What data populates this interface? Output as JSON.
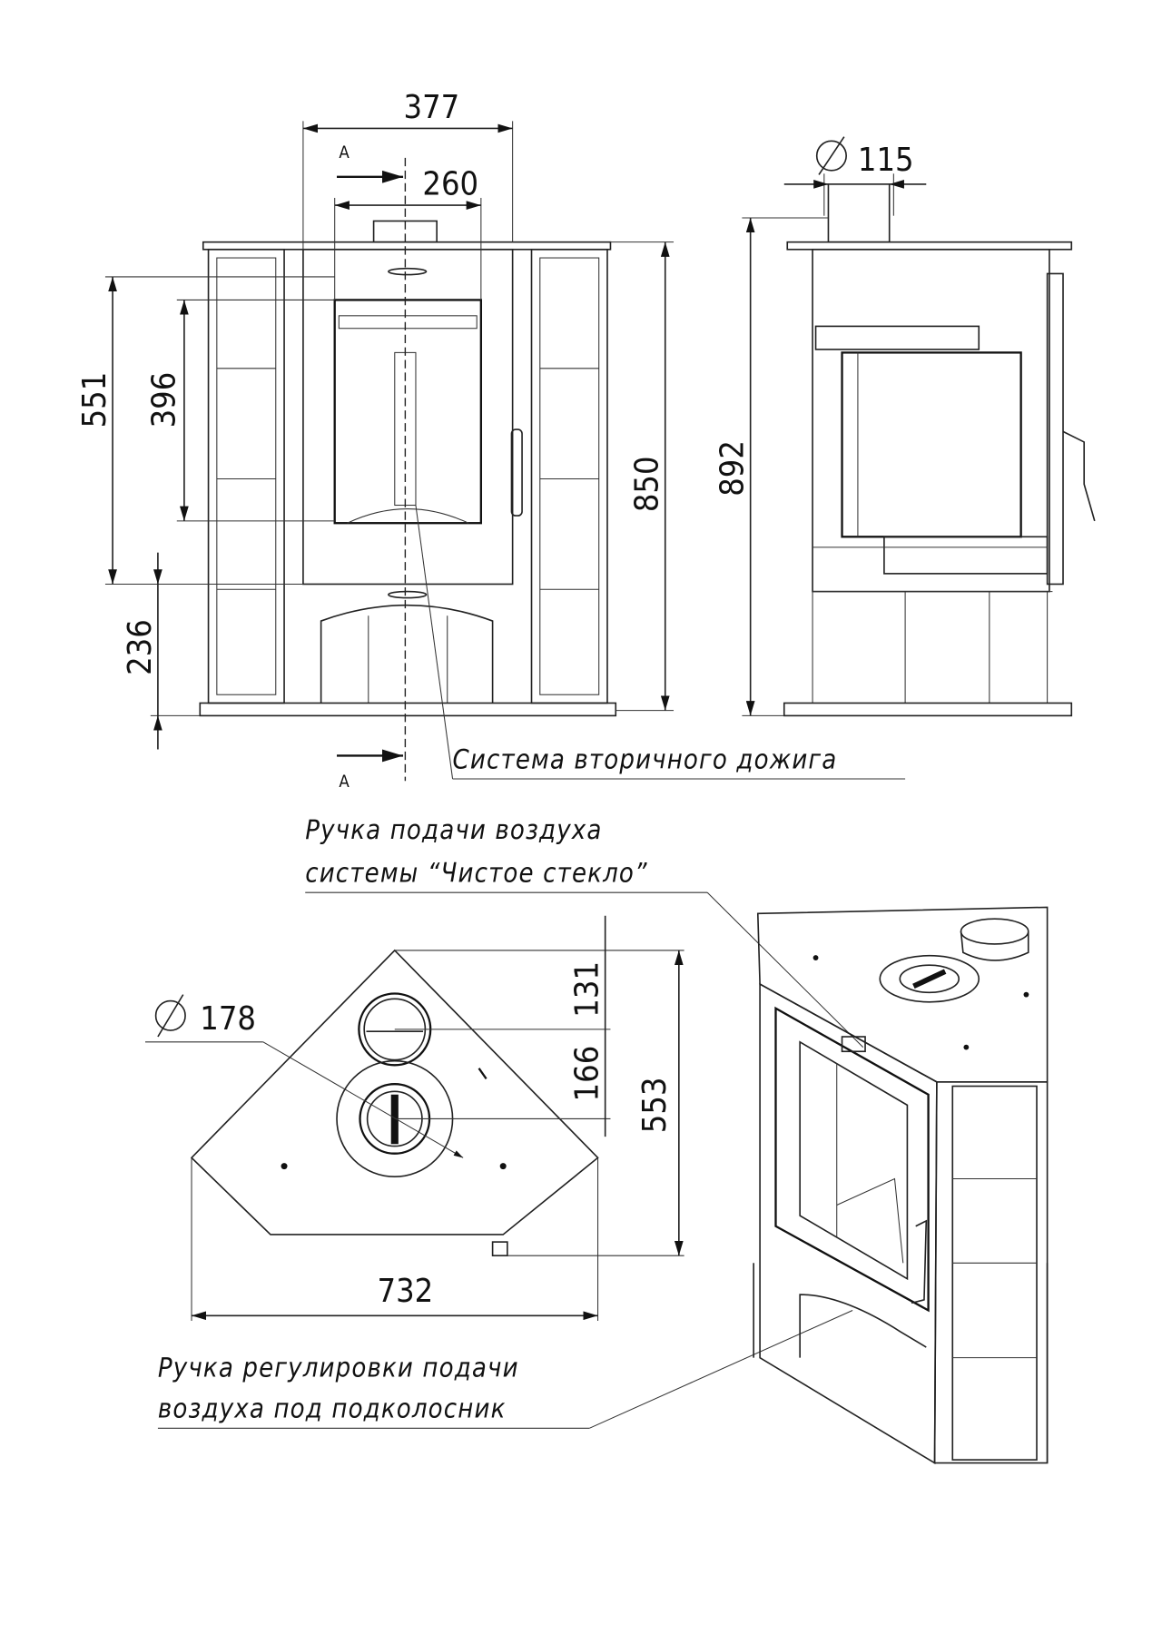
{
  "front_view": {
    "dims": {
      "width_overall": "377",
      "width_opening": "260",
      "height_551": "551",
      "height_glass": "396",
      "height_lower": "236",
      "height_total": "850"
    },
    "section_mark": "A",
    "secondary_burn_label": "Система вторичного дожига"
  },
  "side_view": {
    "dims": {
      "flue_diameter": "115",
      "height_total": "892"
    },
    "diameter_symbol": "Ø"
  },
  "top_view": {
    "dims": {
      "flue_diameter": "178",
      "offset_131": "131",
      "offset_166": "166",
      "depth": "553",
      "width": "732"
    }
  },
  "labels": {
    "clean_glass_line1": "Ручка подачи воздуха",
    "clean_glass_line2": "системы “Чистое стекло”",
    "grate_air_line1": "Ручка регулировки подачи",
    "grate_air_line2": "воздуха под подколосник"
  }
}
